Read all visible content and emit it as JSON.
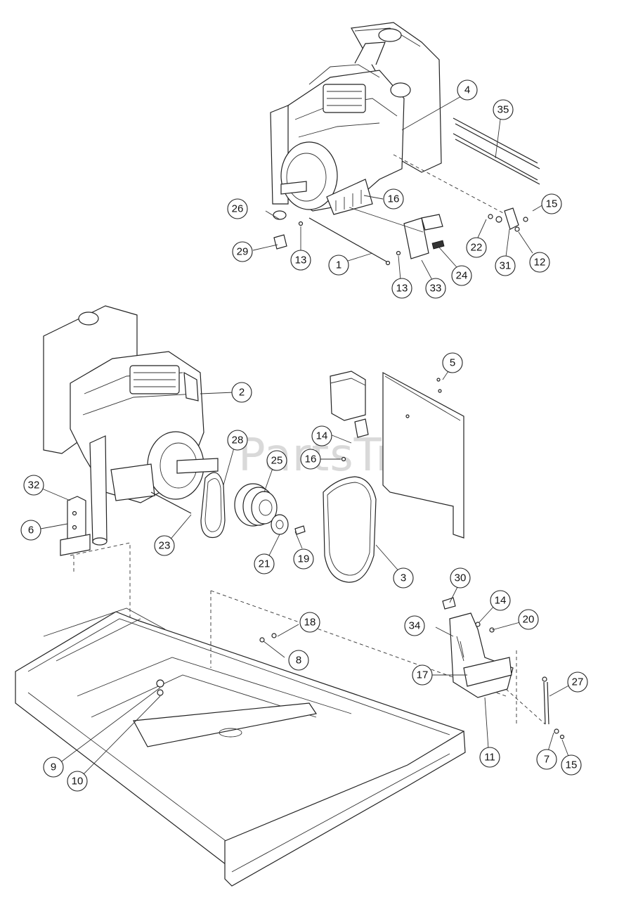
{
  "watermark": "PartsTree",
  "callouts": [
    {
      "label": "1"
    },
    {
      "label": "2"
    },
    {
      "label": "3"
    },
    {
      "label": "4"
    },
    {
      "label": "5"
    },
    {
      "label": "6"
    },
    {
      "label": "7"
    },
    {
      "label": "8"
    },
    {
      "label": "9"
    },
    {
      "label": "10"
    },
    {
      "label": "11"
    },
    {
      "label": "12"
    },
    {
      "label": "13"
    },
    {
      "label": "13"
    },
    {
      "label": "14"
    },
    {
      "label": "14"
    },
    {
      "label": "15"
    },
    {
      "label": "15"
    },
    {
      "label": "16"
    },
    {
      "label": "16"
    },
    {
      "label": "17"
    },
    {
      "label": "18"
    },
    {
      "label": "19"
    },
    {
      "label": "20"
    },
    {
      "label": "21"
    },
    {
      "label": "22"
    },
    {
      "label": "23"
    },
    {
      "label": "24"
    },
    {
      "label": "25"
    },
    {
      "label": "26"
    },
    {
      "label": "27"
    },
    {
      "label": "28"
    },
    {
      "label": "29"
    },
    {
      "label": "30"
    },
    {
      "label": "31"
    },
    {
      "label": "32"
    },
    {
      "label": "33"
    },
    {
      "label": "34"
    },
    {
      "label": "35"
    }
  ]
}
